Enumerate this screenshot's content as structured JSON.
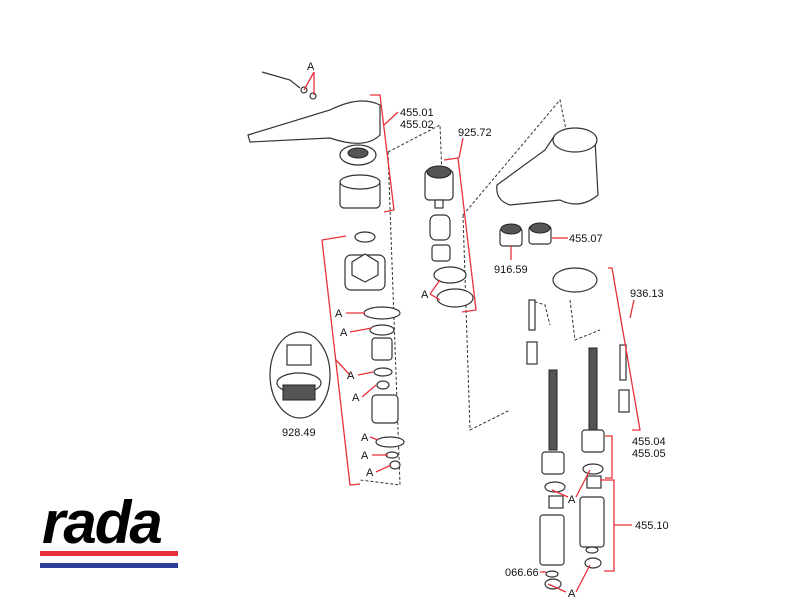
{
  "labels": {
    "a": "A",
    "p455_01": "455.01",
    "p455_02": "455.02",
    "p925_72": "925.72",
    "p455_07": "455.07",
    "p916_59": "916.59",
    "p936_13": "936.13",
    "p928_49": "928.49",
    "p455_04": "455.04",
    "p455_05": "455.05",
    "p455_10": "455.10",
    "p066_66": "066.66"
  },
  "logo": {
    "text": "rada"
  },
  "colors": {
    "callout": "#e8303a",
    "logo_red": "#e8303a",
    "logo_blue": "#2a3e9a"
  }
}
